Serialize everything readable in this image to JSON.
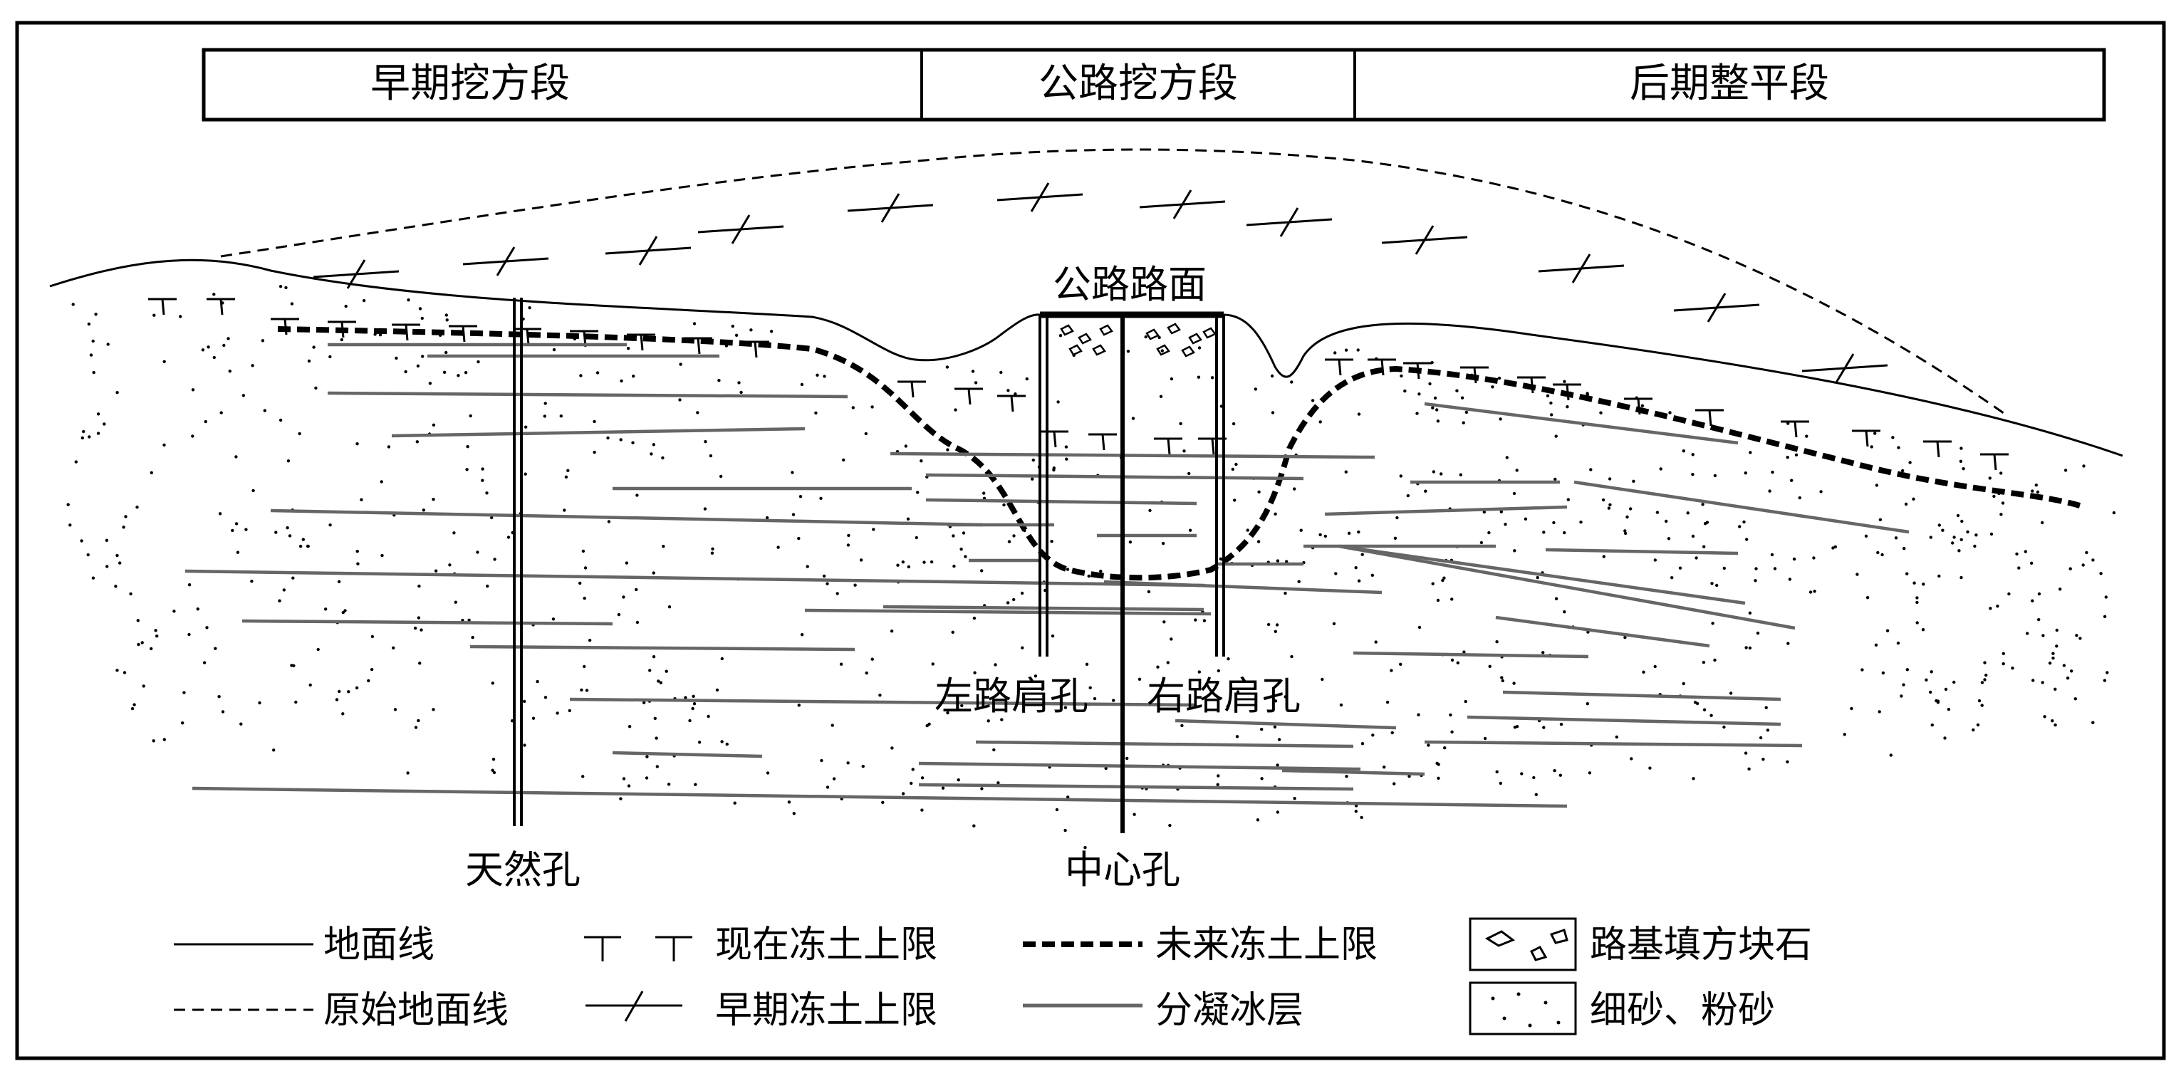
{
  "header": {
    "segments": [
      "早期挖方段",
      "公路挖方段",
      "后期整平段"
    ]
  },
  "labels": {
    "road_surface": "公路路面",
    "left_shoulder_hole": "左路肩孔",
    "right_shoulder_hole": "右路肩孔",
    "natural_hole": "天然孔",
    "center_hole": "中心孔"
  },
  "legend": {
    "ground_line": "地面线",
    "original_ground_line": "原始地面线",
    "current_permafrost_table": "现在冻土上限",
    "early_permafrost_table": "早期冻土上限",
    "future_permafrost_table": "未来冻土上限",
    "segregated_ice_layer": "分凝冰层",
    "subgrade_fill_rocks": "路基填方块石",
    "fine_silty_sand": "细砂、粉砂"
  },
  "colors": {
    "line": "#000000",
    "ice_layer": "#666666",
    "background": "#ffffff"
  }
}
